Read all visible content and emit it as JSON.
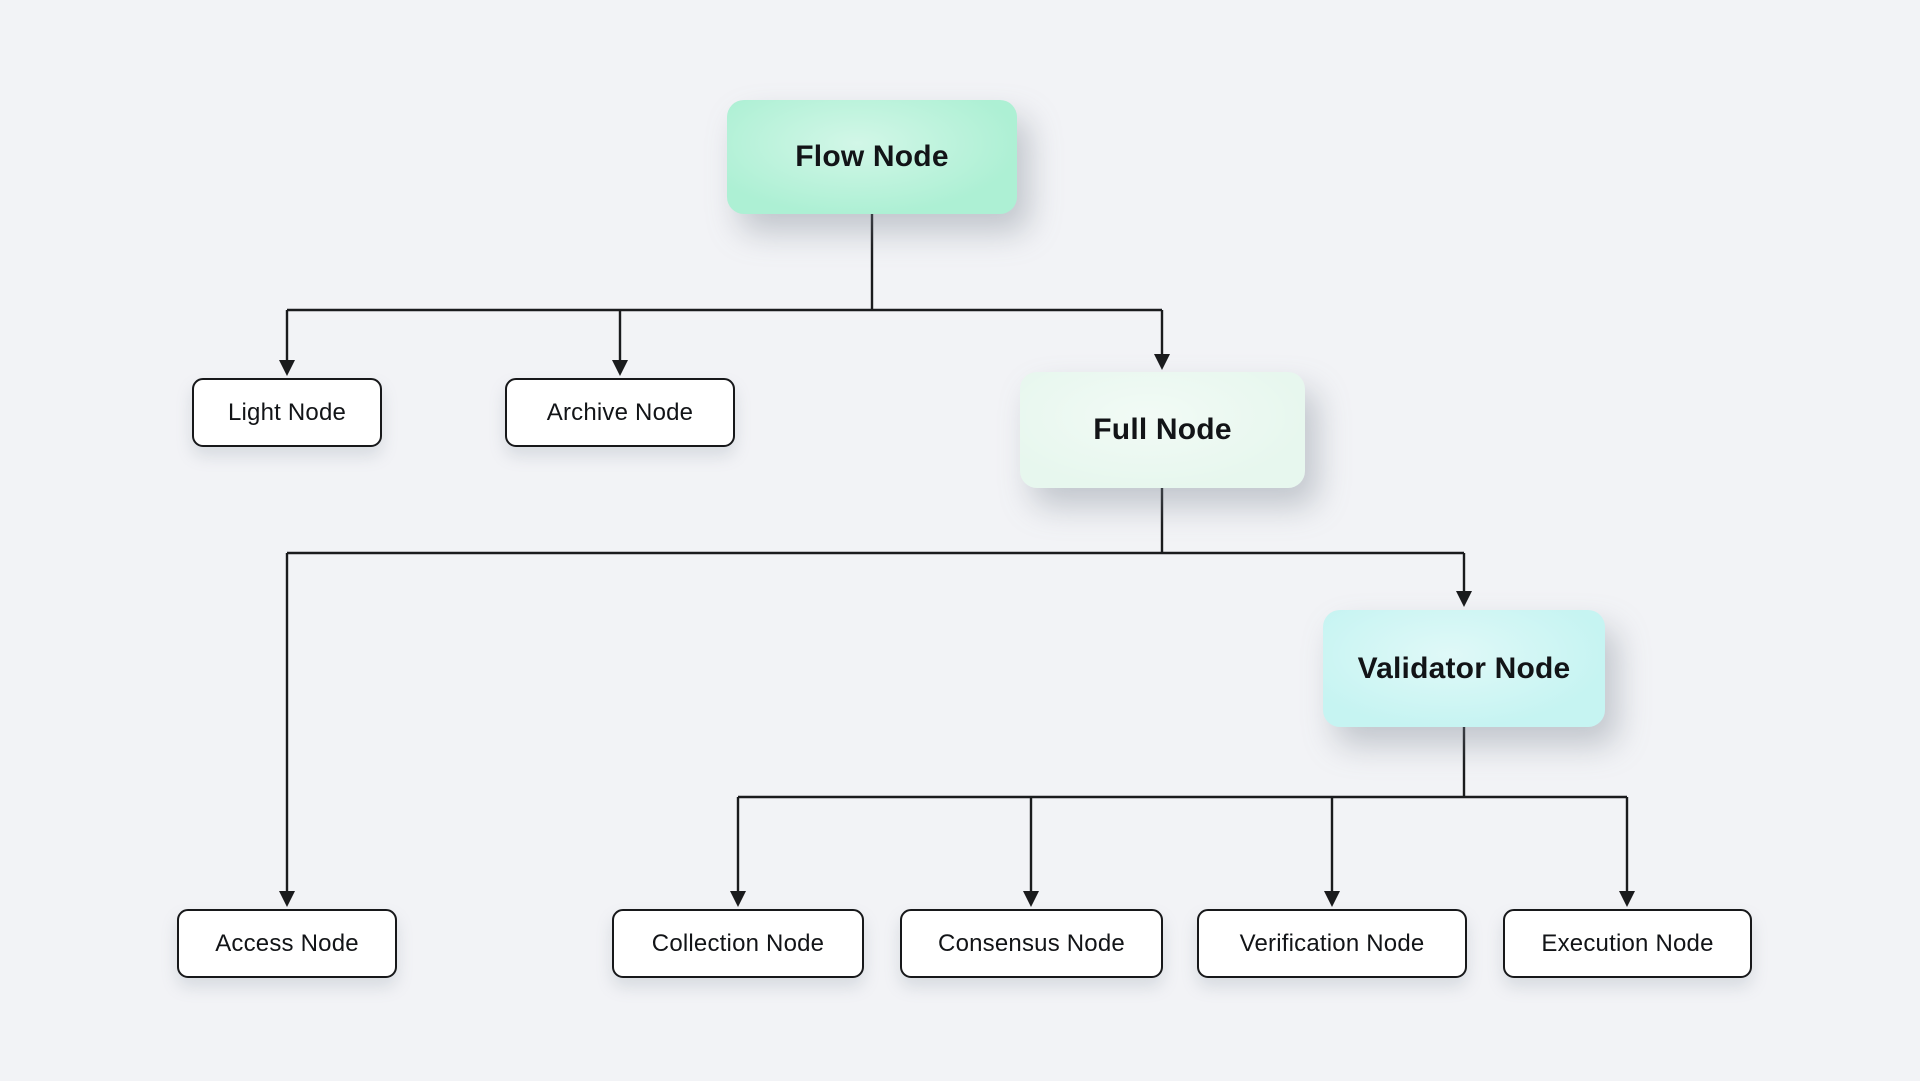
{
  "canvas": {
    "background": "#f2f3f6",
    "line_color": "#1a1b1d"
  },
  "diagram": {
    "nodes": [
      {
        "id": "flow-node",
        "label": "Flow Node",
        "fill": "#adf0d4",
        "emphasis": "highlight"
      },
      {
        "id": "light-node",
        "label": "Light Node",
        "fill": "#ffffff",
        "emphasis": "plain"
      },
      {
        "id": "archive-node",
        "label": "Archive Node",
        "fill": "#ffffff",
        "emphasis": "plain"
      },
      {
        "id": "full-node",
        "label": "Full Node",
        "fill": "#e7f7ee",
        "emphasis": "highlight"
      },
      {
        "id": "validator-node",
        "label": "Validator Node",
        "fill": "#c6f4f2",
        "emphasis": "highlight"
      },
      {
        "id": "access-node",
        "label": "Access Node",
        "fill": "#ffffff",
        "emphasis": "plain"
      },
      {
        "id": "collection-node",
        "label": "Collection Node",
        "fill": "#ffffff",
        "emphasis": "plain"
      },
      {
        "id": "consensus-node",
        "label": "Consensus Node",
        "fill": "#ffffff",
        "emphasis": "plain"
      },
      {
        "id": "verification-node",
        "label": "Verification Node",
        "fill": "#ffffff",
        "emphasis": "plain"
      },
      {
        "id": "execution-node",
        "label": "Execution Node",
        "fill": "#ffffff",
        "emphasis": "plain"
      }
    ],
    "edges": [
      {
        "from": "Flow Node",
        "to": "Light Node"
      },
      {
        "from": "Flow Node",
        "to": "Archive Node"
      },
      {
        "from": "Flow Node",
        "to": "Full Node"
      },
      {
        "from": "Full Node",
        "to": "Access Node"
      },
      {
        "from": "Full Node",
        "to": "Validator Node"
      },
      {
        "from": "Validator Node",
        "to": "Collection Node"
      },
      {
        "from": "Validator Node",
        "to": "Consensus Node"
      },
      {
        "from": "Validator Node",
        "to": "Verification Node"
      },
      {
        "from": "Validator Node",
        "to": "Execution Node"
      }
    ]
  }
}
